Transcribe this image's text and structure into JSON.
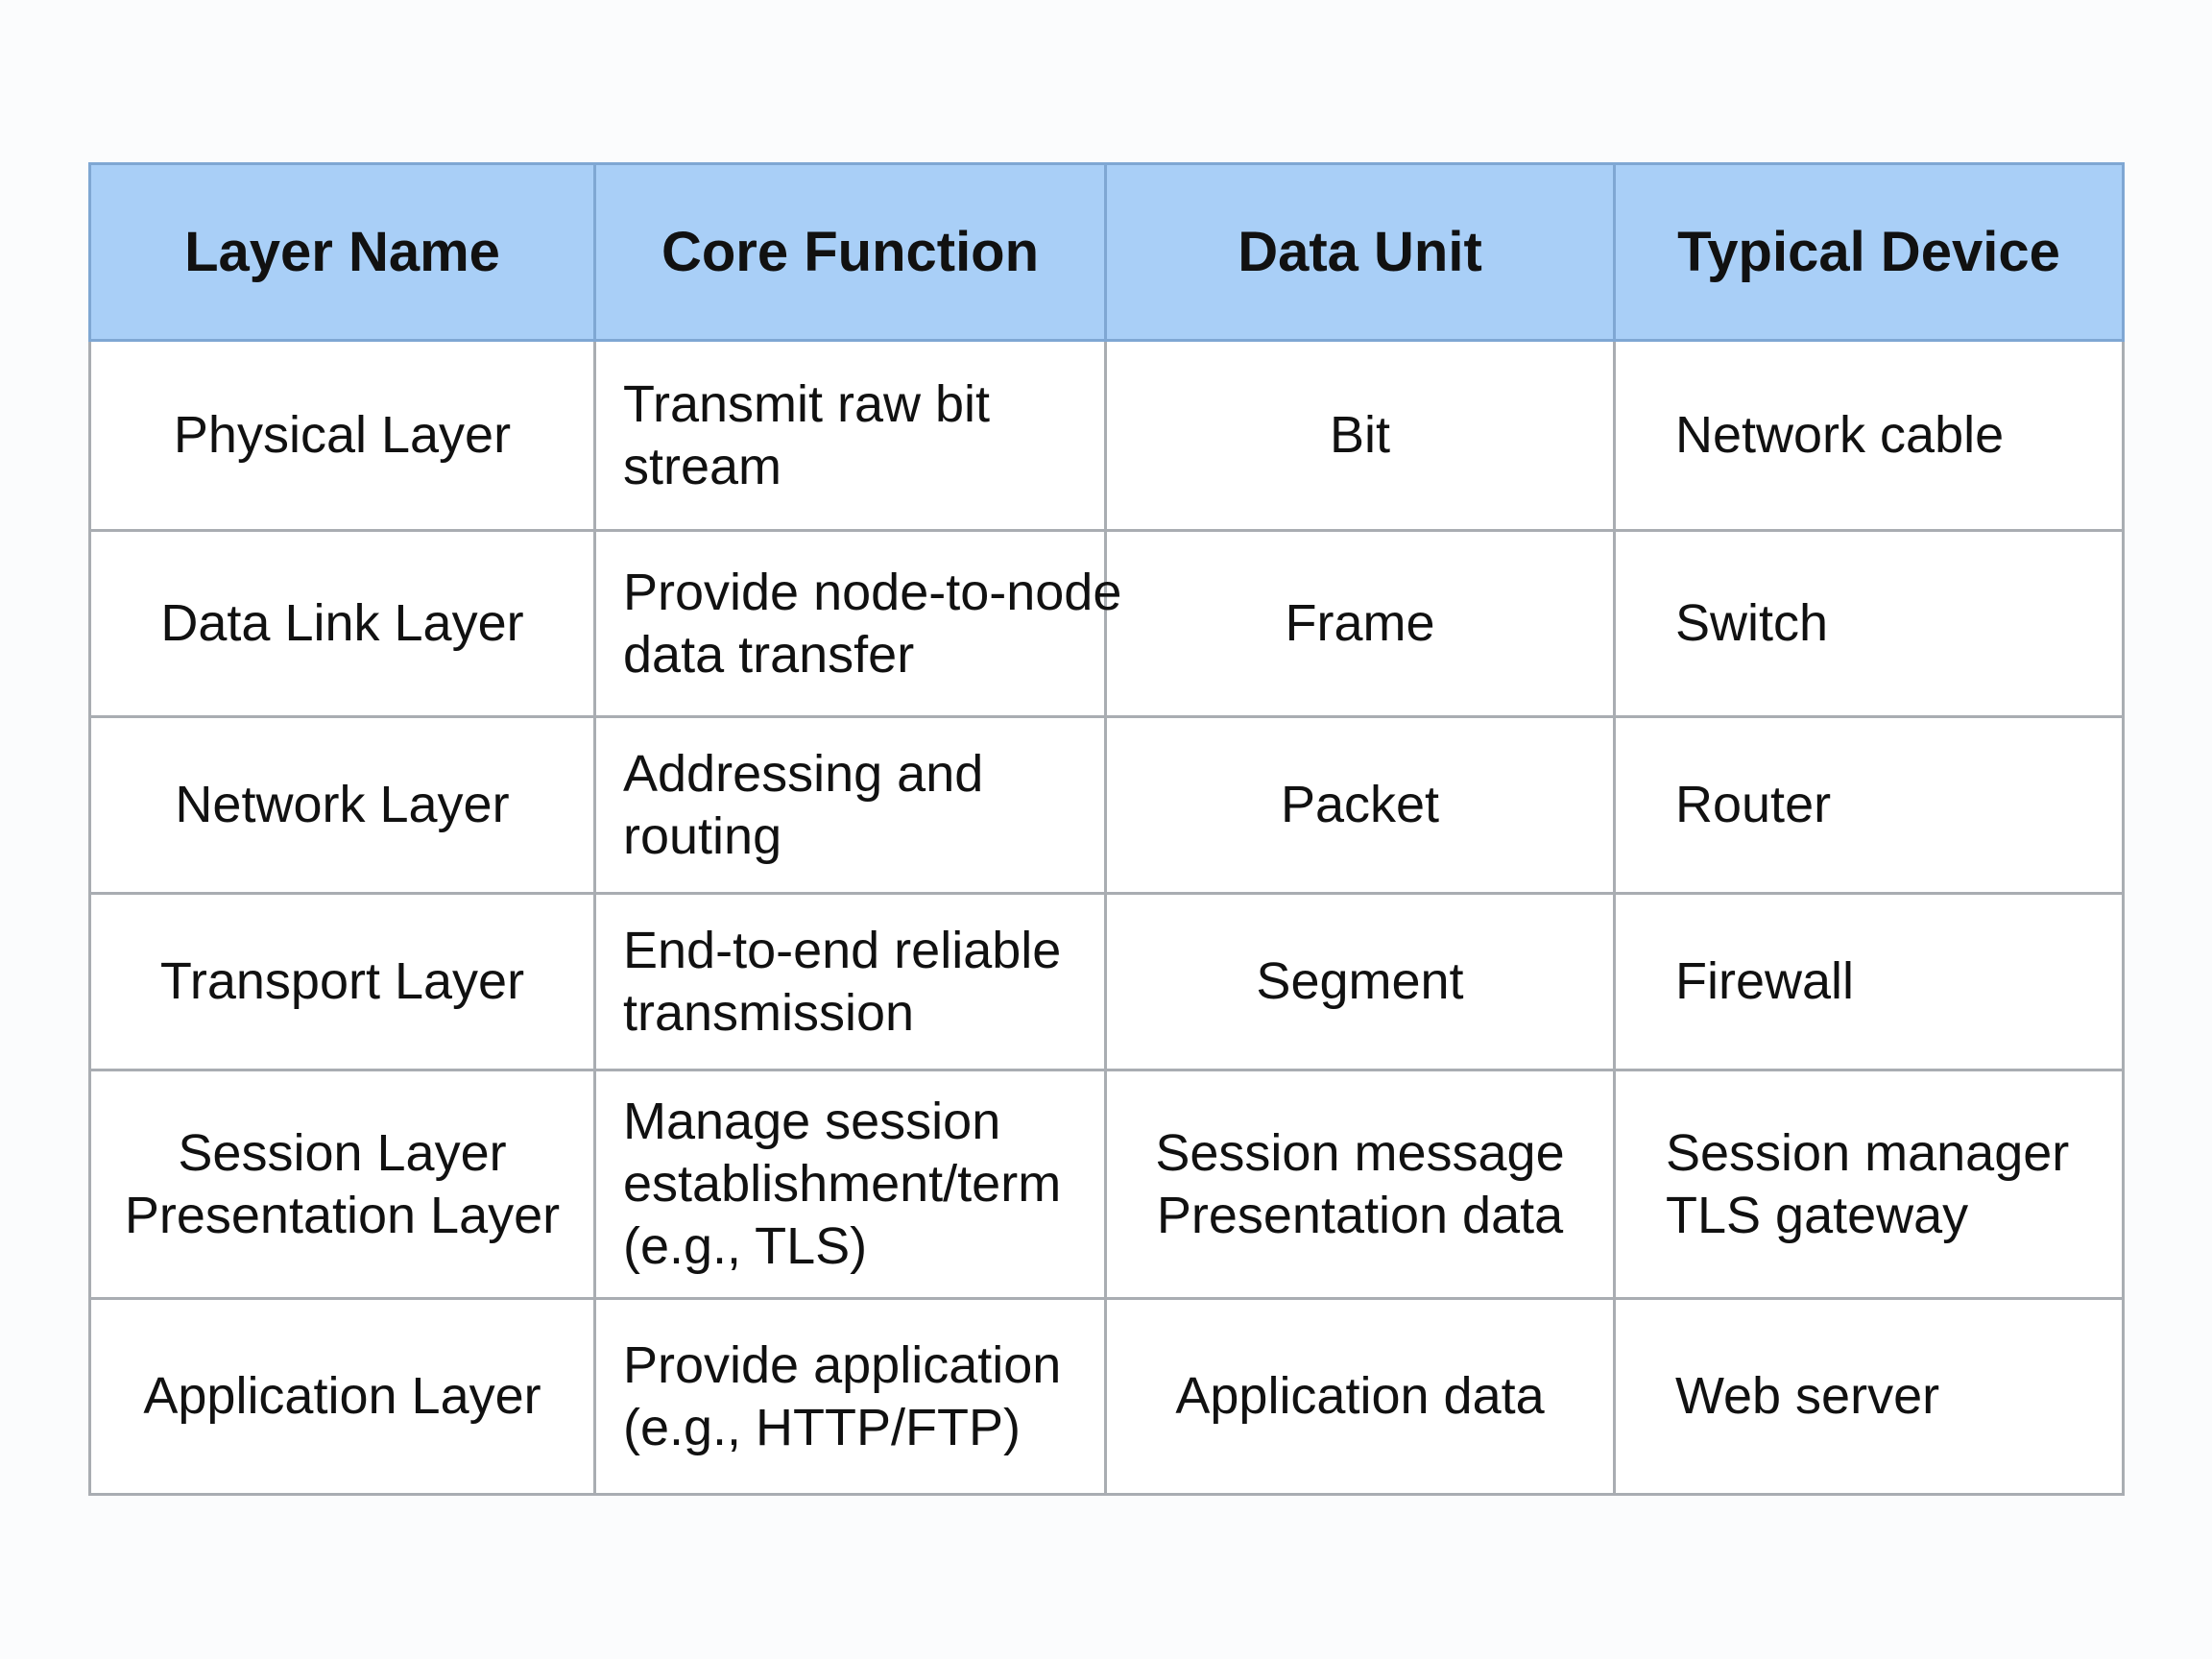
{
  "table": {
    "headers": [
      "Layer Name",
      "Core Function",
      "Data Unit",
      "Typical Device"
    ],
    "rows": [
      {
        "layer_name": [
          "Physical Layer"
        ],
        "core_function": [
          "Transmit raw bit",
          "stream"
        ],
        "data_unit": [
          "Bit"
        ],
        "typical_device": [
          "Network cable"
        ]
      },
      {
        "layer_name": [
          "Data Link Layer"
        ],
        "core_function": [
          "Provide node-to-node",
          "data transfer"
        ],
        "data_unit": [
          "Frame"
        ],
        "typical_device": [
          "Switch"
        ]
      },
      {
        "layer_name": [
          "Network Layer"
        ],
        "core_function": [
          "Addressing and",
          "routing"
        ],
        "data_unit": [
          "Packet"
        ],
        "typical_device": [
          "Router"
        ]
      },
      {
        "layer_name": [
          "Transport Layer"
        ],
        "core_function": [
          "End-to-end reliable",
          "transmission"
        ],
        "data_unit": [
          "Segment"
        ],
        "typical_device": [
          "Firewall"
        ]
      },
      {
        "layer_name": [
          "Session Layer",
          "Presentation Layer"
        ],
        "core_function": [
          "Manage session",
          "establishment/term",
          "(e.g., TLS)"
        ],
        "data_unit": [
          "Session message",
          "Presentation data"
        ],
        "typical_device": [
          "Session manager",
          "TLS gateway"
        ]
      },
      {
        "layer_name": [
          "Application Layer"
        ],
        "core_function": [
          "Provide application",
          "(e.g., HTTP/FTP)"
        ],
        "data_unit": [
          "Application data"
        ],
        "typical_device": [
          "Web server"
        ]
      }
    ]
  },
  "colors": {
    "header_bg": "#a9cff7",
    "header_border": "#7fa7d3",
    "grid_border": "#a9adb2",
    "text": "#111111",
    "page_bg": "#fbfcfd"
  }
}
